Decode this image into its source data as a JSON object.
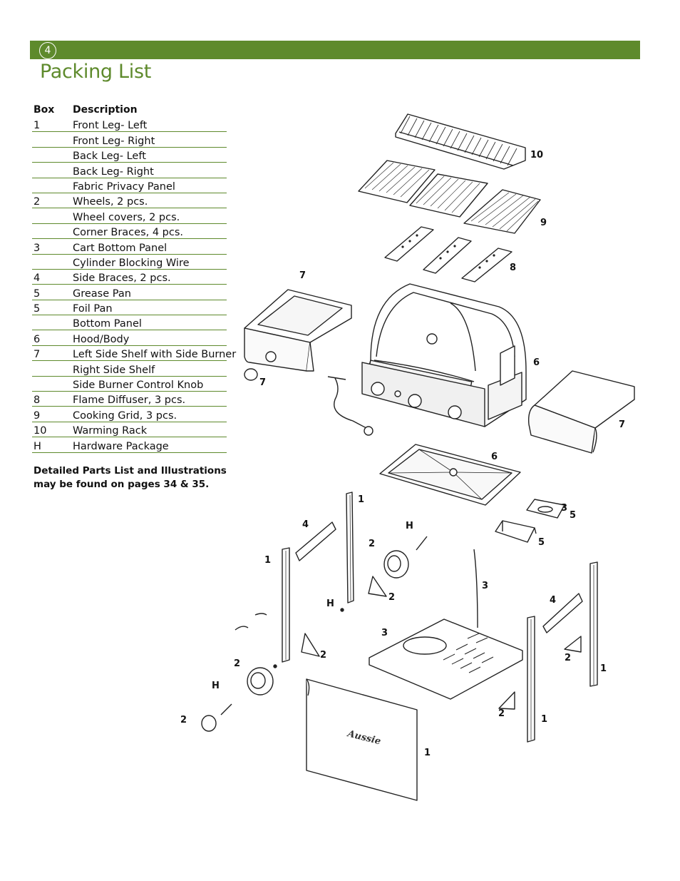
{
  "header": {
    "page_number": "4",
    "title": "Packing List"
  },
  "table": {
    "col_box": "Box",
    "col_desc": "Description",
    "rows": [
      {
        "box": "1",
        "desc": "Front Leg- Left"
      },
      {
        "box": "",
        "desc": "Front Leg- Right"
      },
      {
        "box": "",
        "desc": "Back Leg- Left"
      },
      {
        "box": "",
        "desc": "Back Leg- Right"
      },
      {
        "box": "",
        "desc": "Fabric Privacy Panel"
      },
      {
        "box": "2",
        "desc": "Wheels, 2 pcs."
      },
      {
        "box": "",
        "desc": "Wheel covers, 2 pcs."
      },
      {
        "box": "",
        "desc": "Corner Braces, 4 pcs."
      },
      {
        "box": "3",
        "desc": "Cart Bottom Panel"
      },
      {
        "box": "",
        "desc": "Cylinder Blocking Wire"
      },
      {
        "box": "4",
        "desc": "Side Braces, 2 pcs."
      },
      {
        "box": "5",
        "desc": "Grease Pan"
      },
      {
        "box": "5",
        "desc": "Foil Pan"
      },
      {
        "box": "",
        "desc": "Bottom Panel"
      },
      {
        "box": "6",
        "desc": "Hood/Body"
      },
      {
        "box": "7",
        "desc": "Left Side Shelf with Side Burner"
      },
      {
        "box": "",
        "desc": "Right Side Shelf"
      },
      {
        "box": "",
        "desc": "Side Burner Control Knob"
      },
      {
        "box": "8",
        "desc": "Flame Diffuser, 3 pcs."
      },
      {
        "box": "9",
        "desc": "Cooking Grid, 3 pcs."
      },
      {
        "box": "10",
        "desc": "Warming Rack"
      },
      {
        "box": "H",
        "desc": "Hardware Package"
      }
    ]
  },
  "note": {
    "line1": "Detailed Parts List and Illustrations",
    "line2": "may be found on pages 34 & 35."
  },
  "diagram_labels": {
    "warming_rack": "10",
    "cooking_grid": "9",
    "flame_diffuser": "8",
    "left_shelf": "7",
    "knob": "7",
    "right_shelf": "7",
    "hood_body": "6",
    "bottom_panel": "6",
    "grease_pan_a": "5",
    "grease_pan_b": "5",
    "foil_pan": "3",
    "side_brace_left": "4",
    "side_brace_right": "4",
    "leg_front_left": "1",
    "leg_center": "1",
    "leg_back_right": "1",
    "leg_front_right": "1",
    "privacy_panel": "1",
    "wheel_top": "2",
    "wheel_bottom": "2",
    "wheel_cover": "2",
    "corner_brace_a": "2",
    "corner_brace_b": "2",
    "corner_brace_c": "2",
    "corner_brace_d": "2",
    "cylinder_wire": "3",
    "cart_bottom": "3",
    "hardware_a": "H",
    "hardware_b": "H",
    "hardware_c": "H"
  },
  "brand_mark": "Aussie"
}
